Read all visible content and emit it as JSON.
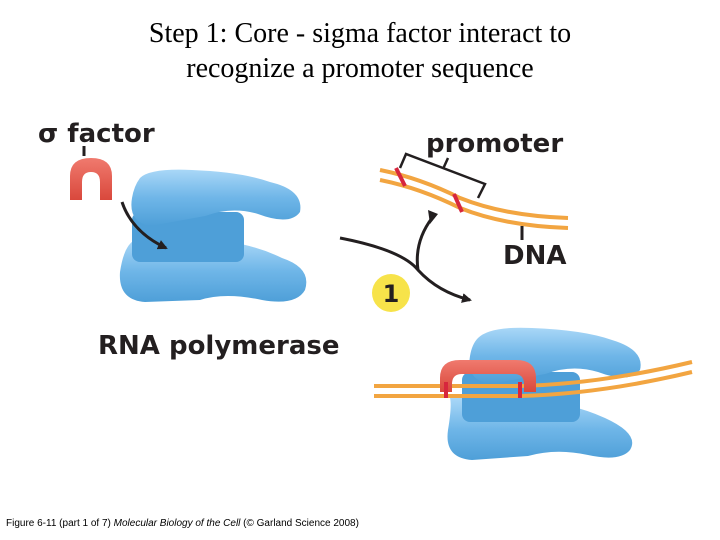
{
  "slide": {
    "title_line1": "Step 1: Core - sigma factor interact to",
    "title_line2": "recognize a promoter sequence"
  },
  "diagram": {
    "labels": {
      "sigma_factor": "σ factor",
      "promoter": "promoter",
      "dna": "DNA",
      "rna_polymerase": "RNA polymerase",
      "step_number": "1"
    },
    "colors": {
      "polymerase": "#6fb6e8",
      "sigma": "#e2574c",
      "dna_strand": "#f2a541",
      "promoter_mark": "#d7263d",
      "step_badge": "#f7e34a"
    }
  },
  "caption": {
    "figure": "Figure 6-11 (part 1 of 7)",
    "book": "Molecular Biology of the Cell",
    "credit": "(© Garland Science 2008)"
  }
}
